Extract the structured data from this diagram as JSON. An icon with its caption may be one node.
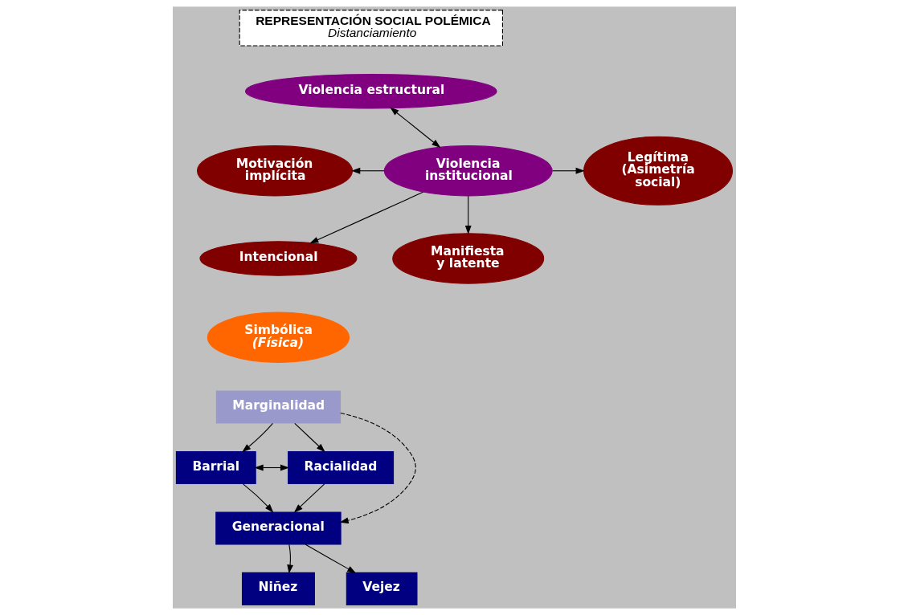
{
  "diagram": {
    "nodes": [
      {
        "text": [
          "REPRESENTACIÓN SOCIAL POLÉMICA",
          "Distanciamiento"
        ]
      },
      {
        "text": [
          "Violencia estructural"
        ]
      },
      {
        "text": [
          "Violencia institucional"
        ]
      },
      {
        "text": [
          "Motivación implícita"
        ]
      },
      {
        "text": [
          "Intencional"
        ]
      },
      {
        "text": [
          "Legítima (Asimetría social)"
        ]
      },
      {
        "text": [
          "Manifiesta y latente"
        ]
      },
      {
        "text": [
          "Simbólica",
          "(Física)"
        ]
      },
      {
        "text": [
          "Marginalidad"
        ]
      },
      {
        "text": [
          "Barrial"
        ]
      },
      {
        "text": [
          "Racialidad"
        ]
      },
      {
        "text": [
          "Generacional"
        ]
      },
      {
        "text": [
          "Niñez"
        ]
      },
      {
        "text": [
          "Vejez"
        ]
      }
    ],
    "edges": [
      {
        "from": 1,
        "to": 2,
        "arrow": "both"
      },
      {
        "from": 2,
        "to": 3,
        "arrow": "to"
      },
      {
        "from": 2,
        "to": 4,
        "arrow": "to"
      },
      {
        "from": 2,
        "to": 5,
        "arrow": "to"
      },
      {
        "from": 2,
        "to": 6,
        "arrow": "to"
      },
      {
        "from": 8,
        "to": 9,
        "arrow": "to"
      },
      {
        "from": 8,
        "to": 10,
        "arrow": "to"
      },
      {
        "from": 9,
        "to": 10,
        "arrow": "both"
      },
      {
        "from": 8,
        "to": 11,
        "arrow": "to",
        "style": "dashed"
      },
      {
        "from": 9,
        "to": 11,
        "arrow": "to"
      },
      {
        "from": 10,
        "to": 11,
        "arrow": "to"
      },
      {
        "from": 11,
        "to": 12,
        "arrow": "to"
      },
      {
        "from": 11,
        "to": 13,
        "arrow": "to"
      }
    ]
  }
}
